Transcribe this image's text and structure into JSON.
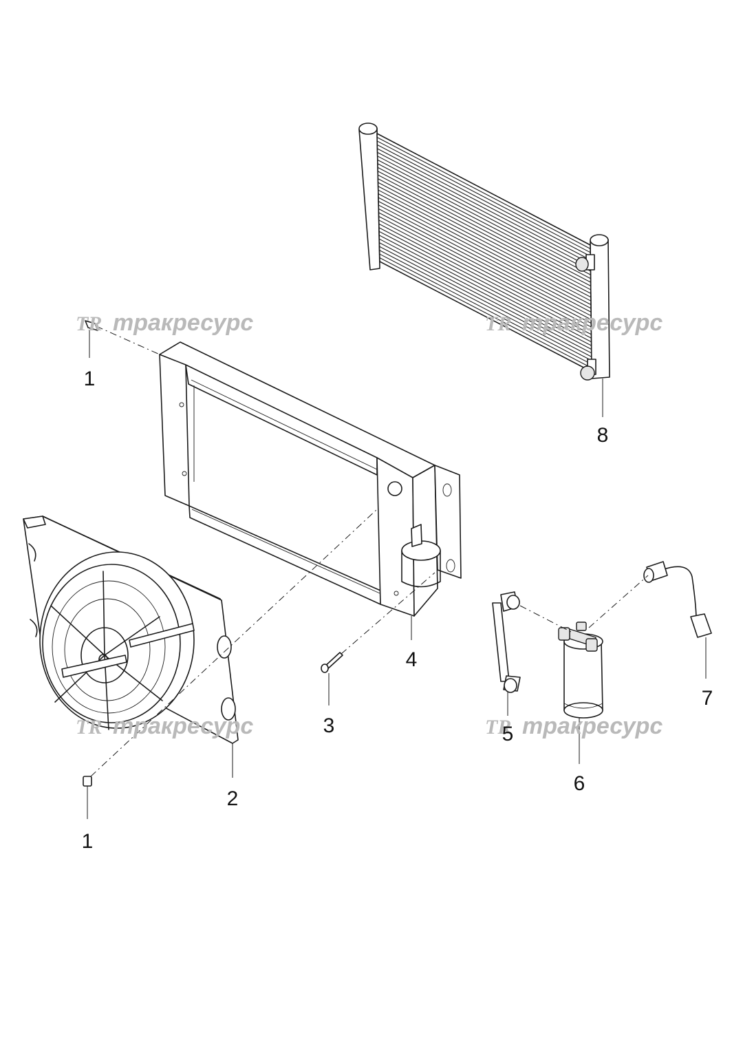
{
  "watermark": {
    "logo_letters": "TR",
    "text": "тракресурс"
  },
  "callouts": [
    "1",
    "1",
    "2",
    "3",
    "4",
    "5",
    "6",
    "7",
    "8"
  ]
}
